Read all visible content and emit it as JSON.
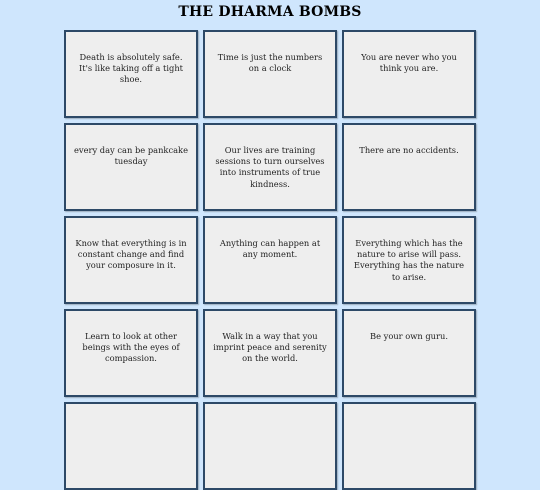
{
  "title": "THE DHARMA BOMBS",
  "quotes": [
    "Death is absolutely safe. It's like taking off a tight shoe.",
    "Time is just the numbers on a clock",
    "You are never who you think you are.",
    "every day can be pankcake tuesday",
    "Our lives are training sessions to turn ourselves into instruments of true kindness.",
    "There are no accidents.",
    "Know that everything is in constant change and find your composure in it.",
    "Anything can happen at any moment.",
    "Everything which has the nature to arise will pass. Everything has the nature to arise.",
    "Learn to look at other beings with the eyes of compassion.",
    "Walk in a way that you imprint peace and serenity on the world.",
    "Be your own guru.",
    "",
    "",
    ""
  ]
}
